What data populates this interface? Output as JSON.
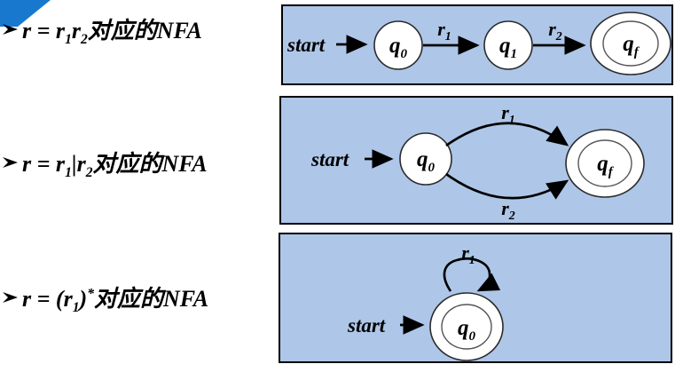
{
  "palette": {
    "corner_blue": "#1878ce",
    "panel_fill": "#aec6e8",
    "panel_border": "#000000",
    "ink": "#000000",
    "state_fill": "#ffffff"
  },
  "rows": [
    {
      "icon": "arrowhead-right",
      "f": {
        "a": "r = r",
        "b": "1",
        "c": "r",
        "d": "2",
        "e": "对应的NFA",
        "g": "",
        "h": ""
      }
    },
    {
      "icon": "arrowhead-right",
      "f": {
        "a": "r = r",
        "b": "1",
        "c": "|r",
        "d": "2",
        "e": "对应的NFA",
        "g": "",
        "h": ""
      }
    },
    {
      "icon": "arrowhead-right",
      "f": {
        "a": "r = (r",
        "b": "1",
        "c": ")",
        "d": "",
        "e": "",
        "g": "*",
        "h": "对应的NFA"
      }
    }
  ],
  "diagrams": [
    {
      "name": "concatenation-nfa",
      "start": "start",
      "q0": {
        "t": "q",
        "s": "0"
      },
      "q1": {
        "t": "q",
        "s": "1"
      },
      "qf": {
        "t": "q",
        "s": "f"
      },
      "r1": {
        "t": "r",
        "s": "1"
      },
      "r2": {
        "t": "r",
        "s": "2"
      }
    },
    {
      "name": "union-nfa",
      "start": "start",
      "q0": {
        "t": "q",
        "s": "0"
      },
      "qf": {
        "t": "q",
        "s": "f"
      },
      "r1": {
        "t": "r",
        "s": "1"
      },
      "r2": {
        "t": "r",
        "s": "2"
      }
    },
    {
      "name": "kleene-star-nfa",
      "start": "start",
      "q0": {
        "t": "q",
        "s": "0"
      },
      "r1": {
        "t": "r",
        "s": "1"
      }
    }
  ]
}
